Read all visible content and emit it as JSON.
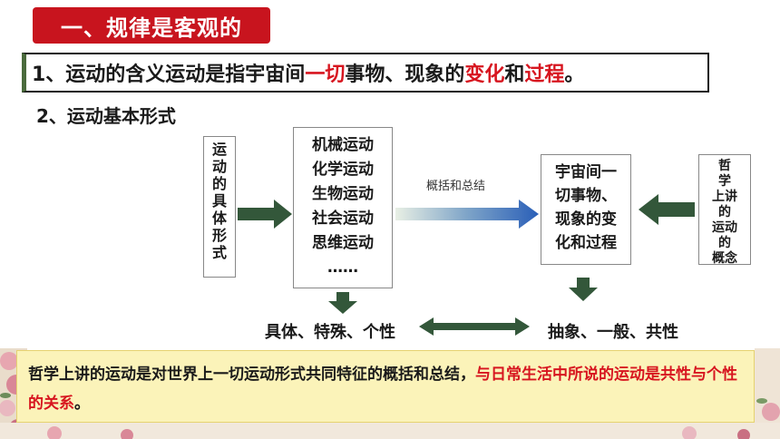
{
  "title": "一、规律是客观的",
  "definition": {
    "prefix": "1、运动的含义运动是指宇宙间",
    "highlight1": "一切",
    "middle": "事物、现象的",
    "highlight2": "变化",
    "and": "和",
    "highlight3": "过程",
    "suffix": "。"
  },
  "subtitle": "2、运动基本形式",
  "concrete_box": [
    "运",
    "动",
    "的",
    "具",
    "体",
    "形",
    "式"
  ],
  "forms": [
    "机械运动",
    "化学运动",
    "生物运动",
    "社会运动",
    "思维运动",
    "……"
  ],
  "arrow_label": "概括和总结",
  "result_box": [
    "宇宙间一",
    "切事物、",
    "现象的变",
    "化和过程"
  ],
  "philosophy_box": [
    "哲",
    "学",
    "上讲",
    "的",
    "运动",
    "的",
    "概念"
  ],
  "bottom_left": "具体、特殊、个性",
  "bottom_right": "抽象、一般、共性",
  "note": {
    "text1": "哲学上讲的运动是对世界上一切运动形式共同特征的概括和总结，",
    "text2": "与日常生活中所说的运动是共性与个性的关系",
    "text3": "。"
  },
  "colors": {
    "banner": "#c8141e",
    "highlight": "#d7151f",
    "arrow_green": "#33573a",
    "arrow_blue": "#2a5fb8",
    "note_bg": "#fbf3b9"
  }
}
